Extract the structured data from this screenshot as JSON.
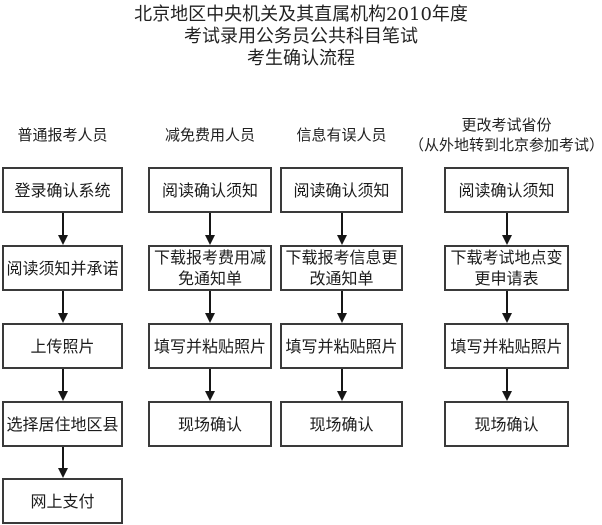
{
  "title": {
    "line1": "北京地区中央机关及其直属机构2010年度",
    "line2": "考试录用公务员公共科目笔试",
    "line3": "考生确认流程"
  },
  "columns": [
    {
      "header": "普通报考人员",
      "steps": [
        "登录确认系统",
        "阅读须知并承诺",
        "上传照片",
        "选择居住地区县",
        "网上支付"
      ]
    },
    {
      "header": "减免费用人员",
      "steps": [
        "阅读确认须知",
        "下载报考费用减\n免通知单",
        "填写并粘贴照片",
        "现场确认"
      ]
    },
    {
      "header": "信息有误人员",
      "steps": [
        "阅读确认须知",
        "下载报考信息更\n改通知单",
        "填写并粘贴照片",
        "现场确认"
      ]
    },
    {
      "header": "更改考试省份\n（从外地转到北京参加考试）",
      "steps": [
        "阅读确认须知",
        "下载考试地点变\n更申请表",
        "填写并粘贴照片",
        "现场确认"
      ]
    }
  ],
  "colors": {
    "background": "#ffffff",
    "text": "#1f1f1f",
    "box_border": "#3a3a3a",
    "arrow": "#161616"
  }
}
